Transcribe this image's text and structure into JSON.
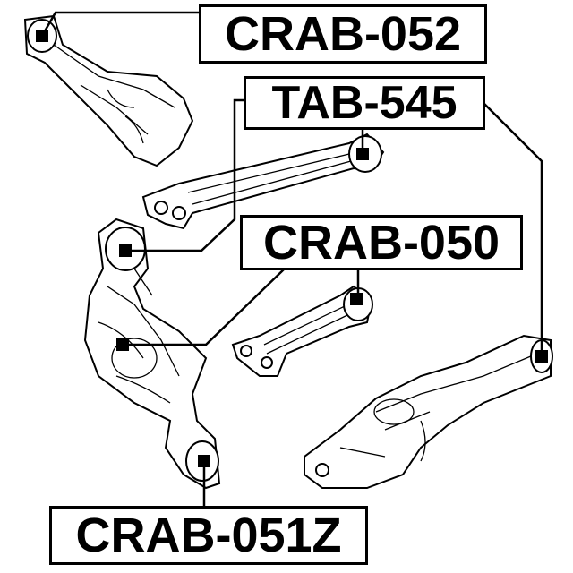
{
  "labels": {
    "crab_052": "CRAB-052",
    "tab_545": "TAB-545",
    "crab_050": "CRAB-050",
    "crab_051z": "CRAB-051Z"
  },
  "colors": {
    "line": "#000000",
    "background": "#ffffff"
  }
}
